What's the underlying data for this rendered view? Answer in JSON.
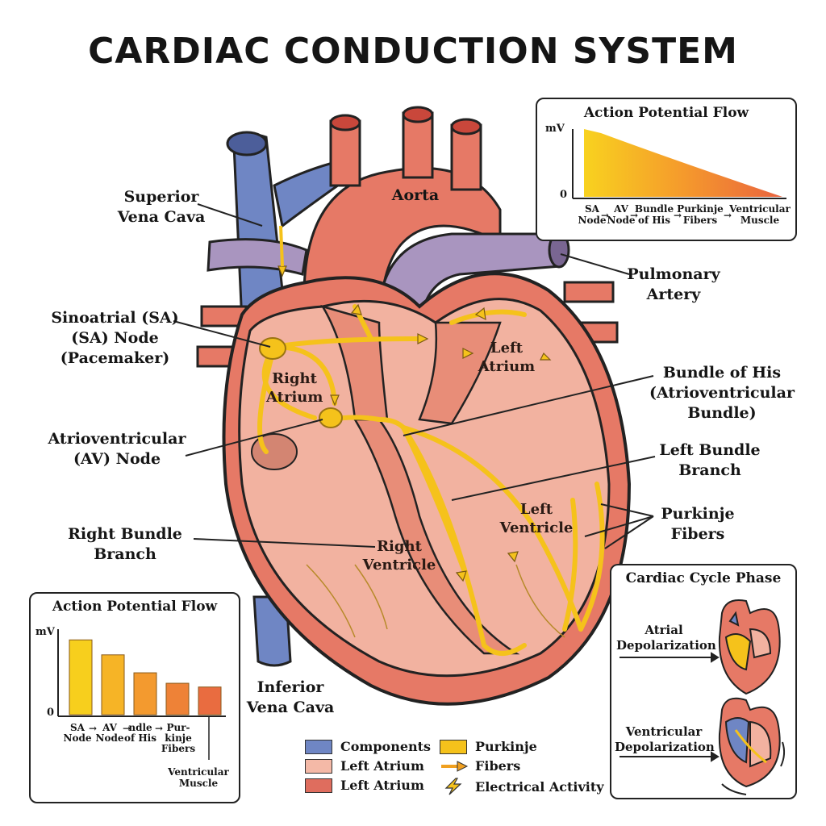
{
  "title": "CARDIAC CONDUCTION SYSTEM",
  "labels": {
    "svc": [
      "Superior",
      "Vena Cava"
    ],
    "aorta": "Aorta",
    "pulmonary": [
      "Pulmonary",
      "Artery"
    ],
    "sa_node": [
      "Sinoatrial (SA)",
      "(SA) Node",
      "(Pacemaker)"
    ],
    "av_node": [
      "Atrioventricular",
      "(AV) Node"
    ],
    "bundle_his": [
      "Bundle of His",
      "(Atrioventricular",
      "Bundle)"
    ],
    "left_bundle": [
      "Left Bundle",
      "Branch"
    ],
    "purkinje": [
      "Purkinje",
      "Fibers"
    ],
    "right_bundle": [
      "Right Bundle",
      "Branch"
    ],
    "ivc": [
      "Inferior",
      "Vena Cava"
    ],
    "right_atrium": [
      "Right",
      "Atrium"
    ],
    "left_atrium": [
      "Left",
      "Atrium"
    ],
    "right_ventricle": [
      "Right",
      "Ventricle"
    ],
    "left_ventricle": [
      "Left",
      "Ventricle"
    ]
  },
  "chart_top": {
    "title": "Action Potential Flow",
    "y_label": "mV",
    "y_zero": "0",
    "x_labels": [
      [
        "SA",
        "Node"
      ],
      [
        "AV",
        "Node"
      ],
      [
        "Bundle",
        "of His"
      ],
      [
        "Purkinje",
        "Fibers"
      ],
      [
        "Ventricular",
        "Muscle"
      ]
    ]
  },
  "chart_data": {
    "type": "bar",
    "title": "Action Potential Flow",
    "ylabel": "mV",
    "categories": [
      [
        "SA",
        "Node"
      ],
      [
        "AV",
        "Node"
      ],
      [
        "ndle",
        "of His"
      ],
      [
        "Pur-",
        "kinje",
        "Fibers"
      ],
      [
        "Ventricular",
        "Muscle"
      ]
    ],
    "values": [
      100,
      80,
      56,
      42,
      37
    ],
    "ylim": [
      0,
      110
    ],
    "colors": [
      "#f7cf1d",
      "#f6b426",
      "#f39a2f",
      "#ee8237",
      "#e96c40"
    ],
    "bar_sets": [
      [
        [
          "SA",
          "Node"
        ],
        "→"
      ],
      [
        [
          "AV",
          "Node"
        ],
        "→"
      ],
      [
        [
          "ndle",
          "of His"
        ],
        "→"
      ],
      [
        [
          "Pur-",
          "kinje",
          "Fibers"
        ],
        ""
      ]
    ]
  },
  "cycle": {
    "title": "Cardiac Cycle Phase",
    "atrial": [
      "Atrial",
      "Depolarization"
    ],
    "ventricular": [
      "Ventricular",
      "Depolarization"
    ]
  },
  "legend": [
    {
      "label": "Components",
      "color": "#6f86c4"
    },
    {
      "label": "Left Atrium",
      "color": "#f4b9a7"
    },
    {
      "label": "Left Atrium",
      "color": "#df6d5e"
    },
    {
      "label": "Purkinje",
      "color": "#f5c21b"
    },
    {
      "label": "Fibers",
      "icon": "arrow-icon"
    },
    {
      "label": "Electrical Activity",
      "icon": "lightning-icon"
    }
  ]
}
